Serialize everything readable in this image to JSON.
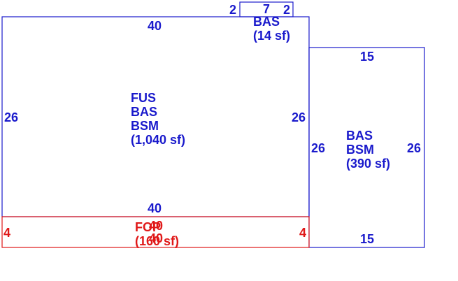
{
  "colors": {
    "main_outline": "#1a1acc",
    "porch_outline": "#e01818",
    "background": "#ffffff"
  },
  "areas": {
    "main": {
      "codes": [
        "FUS",
        "BAS",
        "BSM"
      ],
      "area": "(1,040 sf)",
      "dims": {
        "top": "40",
        "bottom": "40",
        "left": "26",
        "right": "26"
      }
    },
    "right_wing": {
      "codes": [
        "BAS",
        "BSM"
      ],
      "area": "(390 sf)",
      "dims": {
        "top": "15",
        "bottom": "15",
        "left": "26",
        "right": "26"
      }
    },
    "bump_out": {
      "codes": [
        "BAS"
      ],
      "area": "(14 sf)",
      "dims": {
        "top": "7",
        "left": "2",
        "right": "2"
      }
    },
    "porch": {
      "codes": [
        "FOP"
      ],
      "area": "(160 sf)",
      "dims": {
        "top": "40",
        "bottom": "40",
        "left": "4",
        "right": "4"
      }
    }
  }
}
